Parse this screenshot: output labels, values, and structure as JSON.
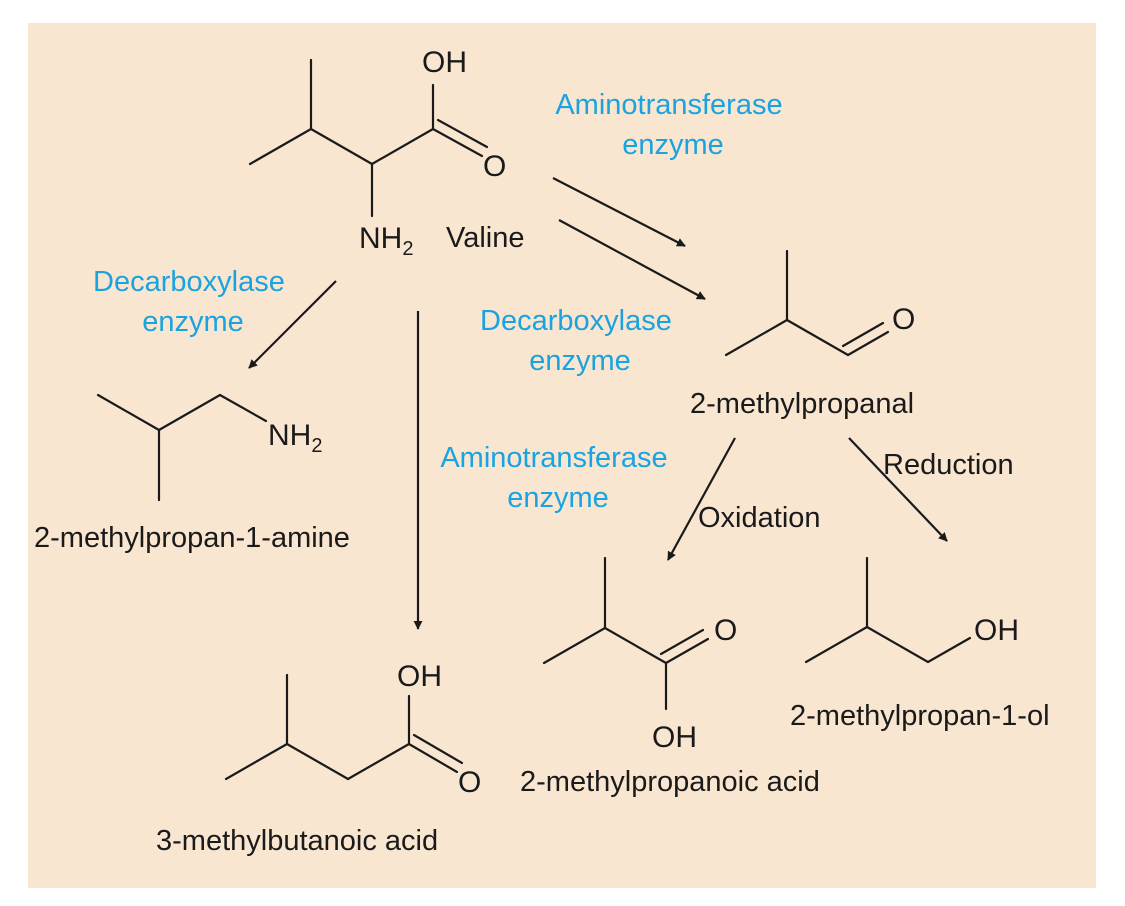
{
  "colors": {
    "panel_background": "#f9e6d1",
    "enzyme_text": "#1aa3e0",
    "structure_ink": "#1a1a1a"
  },
  "atoms": {
    "valine_oh": "OH",
    "valine_o": "O",
    "valine_nh2": "NH",
    "valine_nh2_sub": "2",
    "aldehyde_o": "O",
    "amine_nh2": "NH",
    "amine_nh2_sub": "2",
    "acid_oh": "OH",
    "acid_o": "O",
    "propanoic_o": "O",
    "propanoic_oh": "OH",
    "alcohol_oh": "OH"
  },
  "compounds": {
    "valine": "Valine",
    "aldehyde": "2-methylpropanal",
    "amine": "2-methylpropan-1-amine",
    "butanoic_acid": "3-methylbutanoic acid",
    "propanoic_acid": "2-methylpropanoic acid",
    "alcohol": "2-methylpropan-1-ol"
  },
  "enzymes": {
    "aminotransferase_top": [
      "Aminotransferase",
      "enzyme"
    ],
    "decarboxylase_left": [
      "Decarboxylase",
      "enzyme"
    ],
    "decarboxylase_middle": [
      "Decarboxylase",
      "enzyme"
    ],
    "aminotransferase_middle": [
      "Aminotransferase",
      "enzyme"
    ]
  },
  "processes": {
    "oxidation": "Oxidation",
    "reduction": "Reduction"
  }
}
